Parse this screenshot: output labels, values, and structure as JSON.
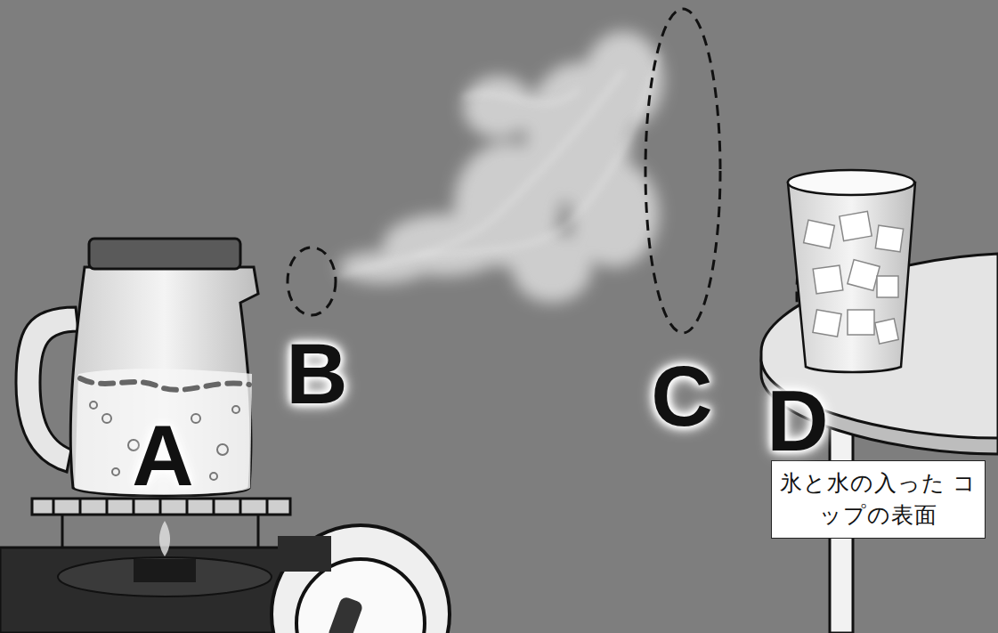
{
  "diagram": {
    "nodes": [
      {
        "text": [
          "氷と水の入った コップの表面"
        ]
      }
    ],
    "labels": [
      "A",
      "B",
      "C",
      "D"
    ]
  }
}
